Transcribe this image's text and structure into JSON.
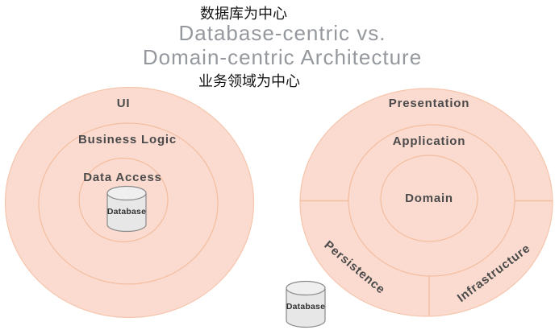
{
  "header": {
    "top_caption": "数据库为中心",
    "title_line1": "Database-centric vs.",
    "title_line2": "Domain-centric Architecture",
    "bottom_caption": "业务领域为中心"
  },
  "left_diagram": {
    "name": "database-centric",
    "layers": [
      "UI",
      "Business Logic",
      "Data Access"
    ],
    "database_label": "Database"
  },
  "right_diagram": {
    "name": "domain-centric",
    "layers": [
      "Presentation",
      "Application",
      "Domain"
    ],
    "outer_segments": [
      "Persistence",
      "Infrastructure"
    ],
    "database_label": "Database"
  },
  "colors": {
    "circle_fill": "#fbdbd0",
    "circle_edge": "#f6c5ac",
    "ring_line": "#f3bd9e",
    "label_text": "#4a4a4a",
    "title_text": "#95999e",
    "caption_text": "#141414",
    "cylinder_fill": "#e7e7e7",
    "cylinder_top_fill": "#efefef",
    "cylinder_stroke": "#8a8a8a",
    "cylinder_label": "#333333"
  }
}
